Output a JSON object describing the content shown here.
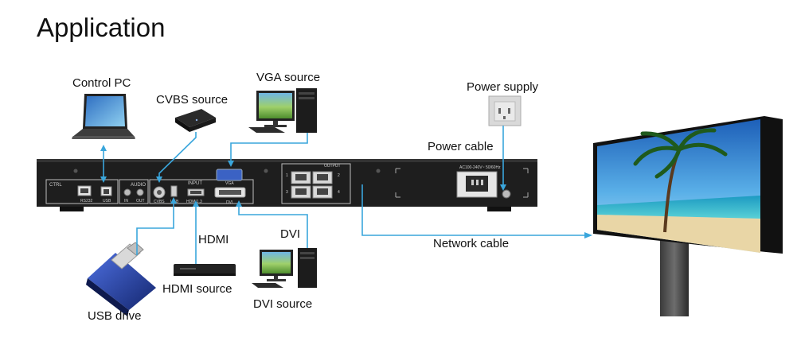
{
  "title": "Application",
  "labels": {
    "control_pc": "Control PC",
    "cvbs_source": "CVBS source",
    "vga_source": "VGA source",
    "power_supply": "Power supply",
    "power_cable": "Power cable",
    "hdmi": "HDMI",
    "hdmi_source": "HDMI source",
    "dvi": "DVI",
    "dvi_source": "DVI source",
    "network_cable": "Network cable",
    "usb_drive": "USB drive"
  },
  "panel": {
    "ctrl": "CTRL",
    "rs232": "RS232",
    "usb": "USB",
    "audio": "AUDIO",
    "audio_in": "IN",
    "audio_out": "OUT",
    "input": "INPUT",
    "cvbs": "CVBS",
    "usb2": "USB",
    "hdmi_port": "HDMI1.3",
    "vga": "VGA",
    "dvi_port": "DVI",
    "output": "OUTPUT",
    "power_rating": "AC100-240V~ 50/60Hz",
    "port_nums": [
      "1",
      "2",
      "3",
      "4"
    ]
  },
  "colors": {
    "cable": "#3aa6dc",
    "device": "#1c1c1c",
    "panel_text": "#cfcfcf"
  }
}
